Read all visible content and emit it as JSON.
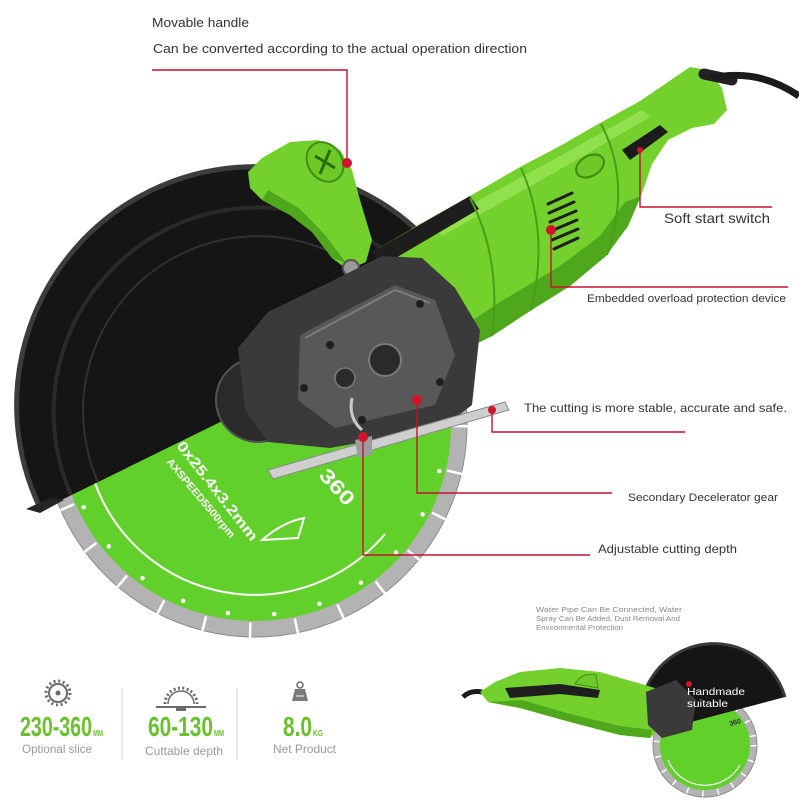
{
  "callouts": {
    "movable_handle": {
      "title": "Movable handle",
      "description": "Can be converted according to the actual operation direction"
    },
    "soft_start_switch": "Soft start switch",
    "overload_protection": "Embedded overload protection device",
    "stable_cutting": "The cutting is more stable, accurate and safe.",
    "decelerator_gear": "Secondary Decelerator gear",
    "cutting_depth": "Adjustable cutting depth"
  },
  "blade_print": {
    "size": "0x25.4x3.2mm",
    "speed": "AXSPEED5500rpm",
    "diameter": "360"
  },
  "inset": {
    "note_lines": [
      "Water Pipe Can Be Connected, Water",
      "Spray Can Be Added, Dust Removal And",
      "Environmental Protection"
    ],
    "badge_lines": [
      "Handmade",
      "suitable"
    ],
    "blade_print": "360"
  },
  "specs": [
    {
      "value": "230-360",
      "unit": "MM",
      "label": "Optional slice",
      "icon": "saw-blade-icon"
    },
    {
      "value": "60-130",
      "unit": "MM",
      "label": "Cuttable depth",
      "icon": "cutting-depth-icon"
    },
    {
      "value": "8.0",
      "unit": "KG",
      "label": "Net Product",
      "icon": "weight-icon"
    }
  ],
  "colors": {
    "tool_green": "#74d02c",
    "blade_green": "#62d02a",
    "guard_black": "#151515",
    "callout_red": "#c8102e",
    "spec_green": "#69c22c",
    "label_grey": "#9a9a9a"
  }
}
